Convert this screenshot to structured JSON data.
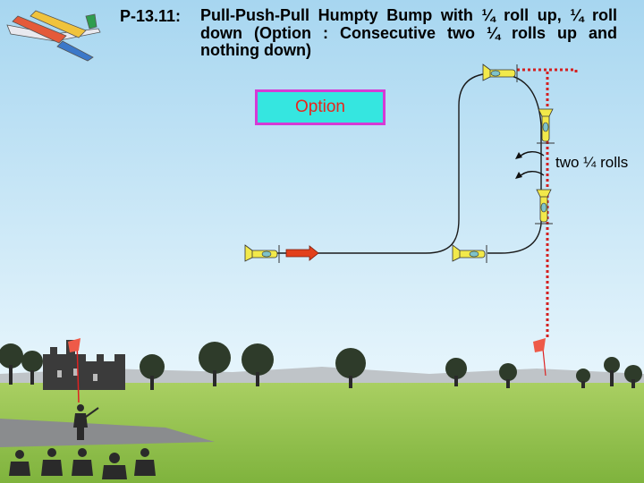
{
  "title": {
    "code": "P-13.11:",
    "text": "Pull-Push-Pull Humpty Bump with ¼ roll up, ¼ roll down (Option : Consecutive two ¼ rolls up and nothing down)"
  },
  "option_label": "Option",
  "rolls_label": "two ¼ rolls",
  "colors": {
    "sky_top": "#a9d8f2",
    "sky_bottom": "#e2f3fb",
    "grass": "#8fbf4b",
    "flight_path": "#1a1a1a",
    "arrow": "#e2401c",
    "option_box_fill": "#35e6e0",
    "option_box_border": "#d63ad6",
    "option_text": "#e8251c",
    "dotted_line": "#d42020",
    "plane_body": "#f2e94a"
  },
  "icons": [
    "plane-icon",
    "direction-arrow-icon",
    "roll-arrow-icon",
    "flag-icon",
    "pilot-icon",
    "judge-icon",
    "tree-icon",
    "castle-icon"
  ]
}
